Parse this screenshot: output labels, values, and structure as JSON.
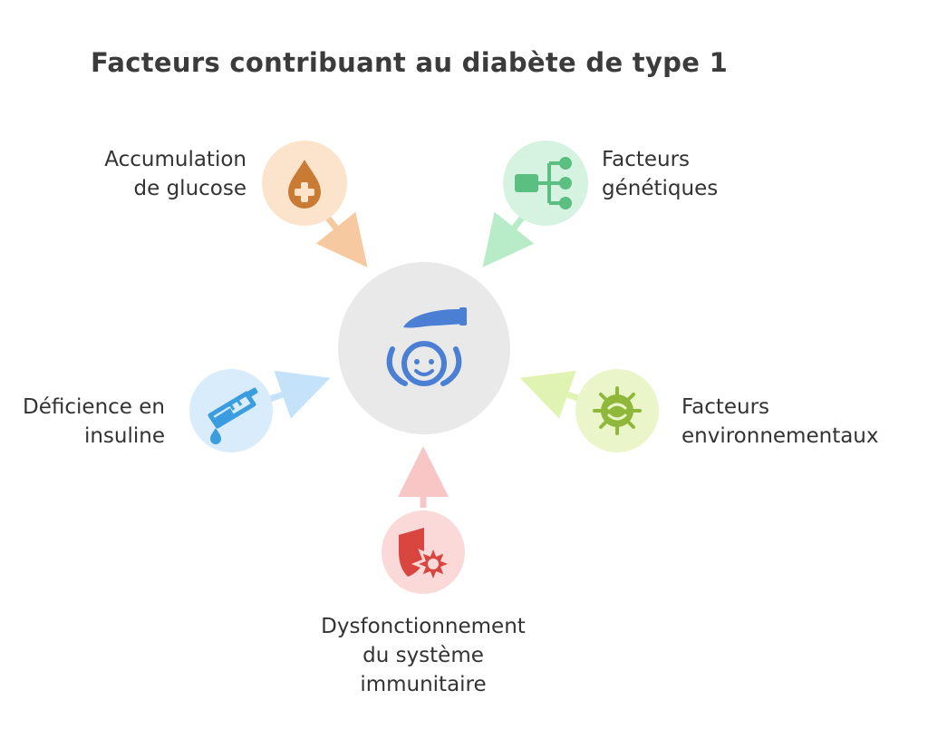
{
  "title": "Facteurs contribuant au diabète de type 1",
  "colors": {
    "hub": "#e9e9e9",
    "hub_icon": "#4a7fd4",
    "glucose": "#c97a33",
    "glucose_bg": "#fbe3cc",
    "genetic": "#5cbf82",
    "genetic_bg": "#d6f3e2",
    "insulin": "#3b9de0",
    "insulin_bg": "#d9ecfb",
    "environment": "#8fb83b",
    "environment_bg": "#eaf6c9",
    "immune": "#d9453f",
    "immune_bg": "#fbd9d8"
  },
  "center": {
    "icon": "hand-child-icon"
  },
  "factors": [
    {
      "id": "glucose",
      "icon": "blood-drop-cross-icon",
      "label": [
        "Accumulation",
        "de glucose"
      ]
    },
    {
      "id": "genetic",
      "icon": "hierarchy-icon",
      "label": [
        "Facteurs",
        "génétiques"
      ]
    },
    {
      "id": "insulin",
      "icon": "test-tube-icon",
      "label": [
        "Déficience en",
        "insuline"
      ]
    },
    {
      "id": "environment",
      "icon": "virus-icon",
      "label": [
        "Facteurs",
        "environnementaux"
      ]
    },
    {
      "id": "immune",
      "icon": "shield-burst-icon",
      "label": [
        "Dysfonctionnement",
        "du système",
        "immunitaire"
      ]
    }
  ]
}
